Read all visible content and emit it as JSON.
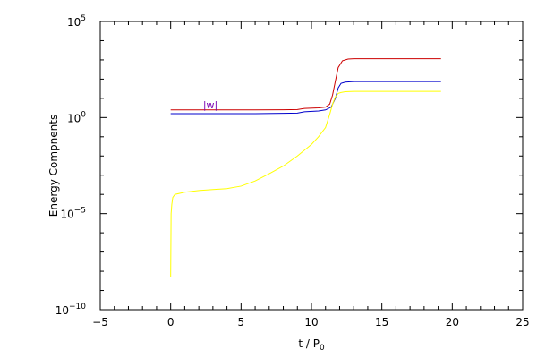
{
  "chart_data": {
    "type": "line",
    "title": "",
    "xlabel": "t / P",
    "xlabel_subscript": "0",
    "ylabel": "Energy Compnents",
    "xlim": [
      -5,
      25
    ],
    "ylim": [
      1e-10,
      100000.0
    ],
    "yscale": "log",
    "grid": false,
    "x_ticks": [
      {
        "value": -5,
        "label": "−5"
      },
      {
        "value": 0,
        "label": "0"
      },
      {
        "value": 5,
        "label": "5"
      },
      {
        "value": 10,
        "label": "10"
      },
      {
        "value": 15,
        "label": "15"
      },
      {
        "value": 20,
        "label": "20"
      },
      {
        "value": 25,
        "label": "25"
      }
    ],
    "y_ticks": [
      {
        "value": 100000.0,
        "base": "10",
        "exp": "5"
      },
      {
        "value": 1,
        "base": "10",
        "exp": "0"
      },
      {
        "value": 1e-05,
        "base": "10",
        "exp": "−5"
      },
      {
        "value": 1e-10,
        "base": "10",
        "exp": "−10"
      }
    ],
    "annotations": [
      {
        "text": "|w|",
        "x": 2.3,
        "y": 3.0,
        "color": "#7a00b0"
      }
    ],
    "series": [
      {
        "color": "#cc0000",
        "x": [
          0,
          2,
          4,
          6,
          8,
          9,
          9.5,
          10.5,
          11.0,
          11.3,
          11.5,
          11.7,
          11.9,
          12.2,
          12.6,
          13,
          15,
          17,
          19.2
        ],
        "y": [
          2.5,
          2.5,
          2.5,
          2.5,
          2.55,
          2.6,
          3.0,
          3.2,
          3.5,
          5.0,
          15,
          80,
          400,
          900,
          1100,
          1150,
          1150,
          1150,
          1150
        ]
      },
      {
        "color": "#0000cc",
        "x": [
          0,
          2,
          4,
          6,
          8,
          9,
          9.5,
          10.5,
          11.0,
          11.4,
          11.7,
          11.9,
          12.1,
          12.4,
          13,
          15,
          17,
          19.2
        ],
        "y": [
          1.6,
          1.6,
          1.6,
          1.6,
          1.65,
          1.7,
          2.0,
          2.2,
          2.5,
          3.5,
          10,
          35,
          60,
          70,
          75,
          75,
          75,
          75
        ]
      },
      {
        "color": "#ffff00",
        "x": [
          0,
          0.03,
          0.08,
          0.15,
          0.3,
          1,
          2,
          3,
          4,
          5,
          6,
          7,
          8,
          9,
          10,
          10.5,
          11,
          11.3,
          11.5,
          11.7,
          11.9,
          12.1,
          12.4,
          13,
          15,
          17,
          19.2
        ],
        "y": [
          5e-09,
          1e-05,
          3e-05,
          7e-05,
          0.0001,
          0.00013,
          0.00016,
          0.00018,
          0.0002,
          0.00027,
          0.0005,
          0.0012,
          0.003,
          0.01,
          0.04,
          0.1,
          0.3,
          1.5,
          5,
          12,
          18,
          20,
          22,
          23,
          23,
          23,
          23
        ]
      }
    ]
  }
}
